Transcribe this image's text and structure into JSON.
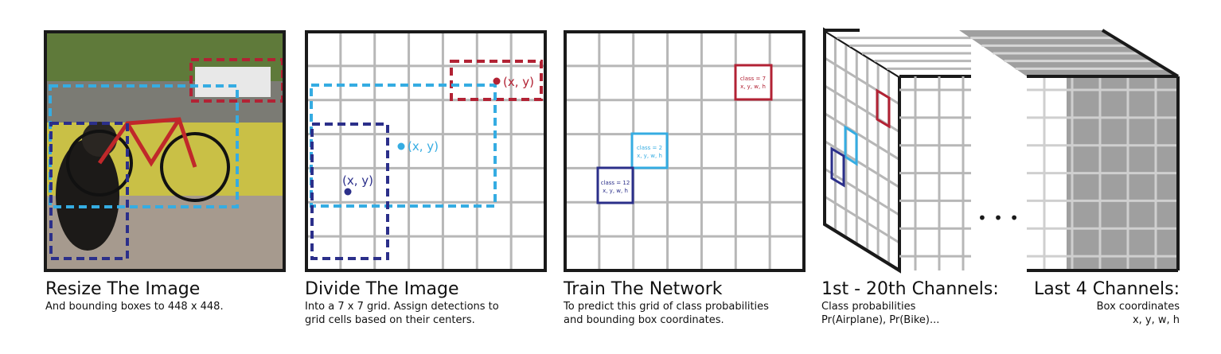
{
  "panels": [
    {
      "title": "Resize The Image",
      "lines": [
        "And bounding boxes to 448 x 448."
      ]
    },
    {
      "title": "Divide The Image",
      "lines": [
        "Into a 7 x 7 grid. Assign detections to",
        "grid cells based on their centers."
      ]
    },
    {
      "title": "Train The Network",
      "lines": [
        "To predict this grid of class probabilities",
        "and bounding box coordinates."
      ]
    },
    {
      "title": "1st - 20th Channels:",
      "lines": [
        "Class probabilities",
        "Pr(Airplane), Pr(Bike)..."
      ]
    },
    {
      "title": "Last 4 Channels:",
      "lines": [
        "Box coordinates",
        "x, y, w, h"
      ]
    }
  ],
  "center_label": "(x, y)",
  "cells": [
    {
      "class_label": "class = 7",
      "coords": "x, y, w, h"
    },
    {
      "class_label": "class = 2",
      "coords": "x, y, w, h"
    },
    {
      "class_label": "class = 12",
      "coords": "x, y, w, h"
    }
  ],
  "ellipsis": "• • •",
  "colors": {
    "red": "#b22234",
    "light_blue": "#35ace2",
    "dark_blue": "#2b2f8a",
    "grid": "#b7b7b7",
    "frame": "#1a1a1a",
    "shade": "#9f9f9f"
  }
}
